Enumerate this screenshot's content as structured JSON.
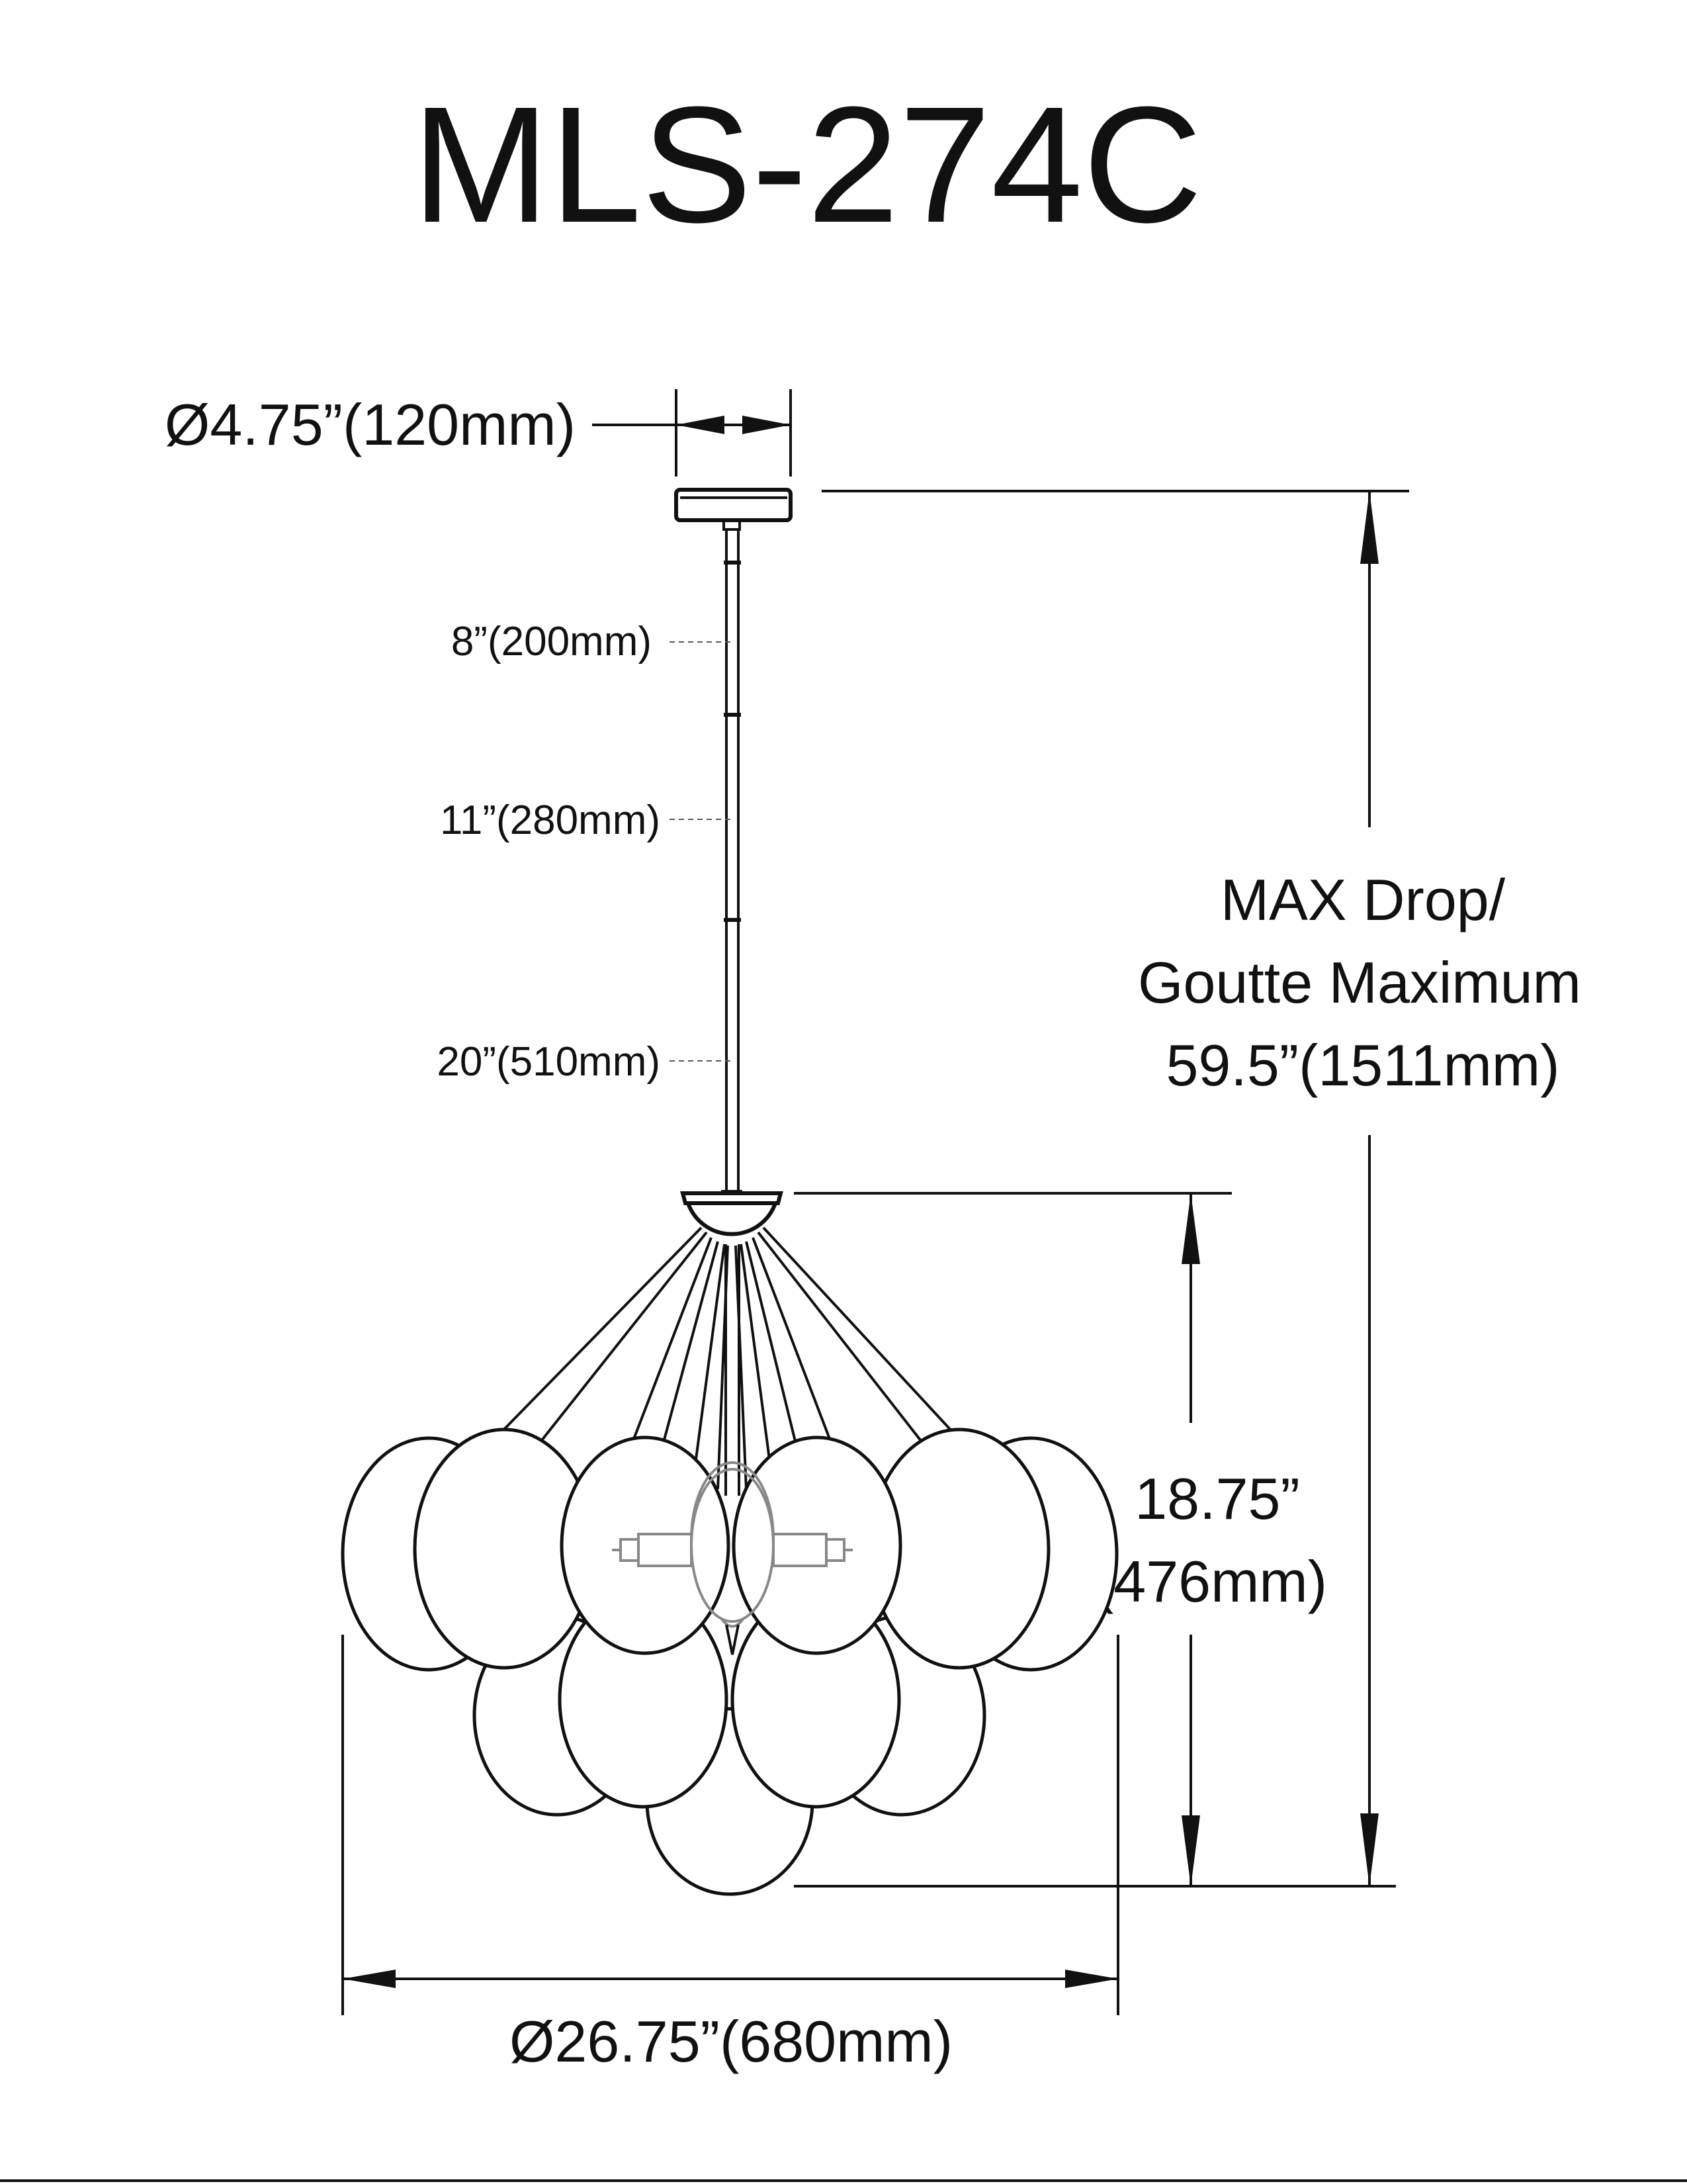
{
  "title": "MLS-274C",
  "dimensions": {
    "canopy_diameter": "Ø4.75”(120mm)",
    "rod_segments": [
      "8”(200mm)",
      "11”(280mm)",
      "20”(510mm)"
    ],
    "max_drop_line1": "MAX Drop/",
    "max_drop_line2": "Goutte Maximum",
    "max_drop_value": "59.5”(1511mm)",
    "body_height_in": "18.75”",
    "body_height_mm": "(476mm)",
    "overall_diameter": "Ø26.75”(680mm)"
  }
}
